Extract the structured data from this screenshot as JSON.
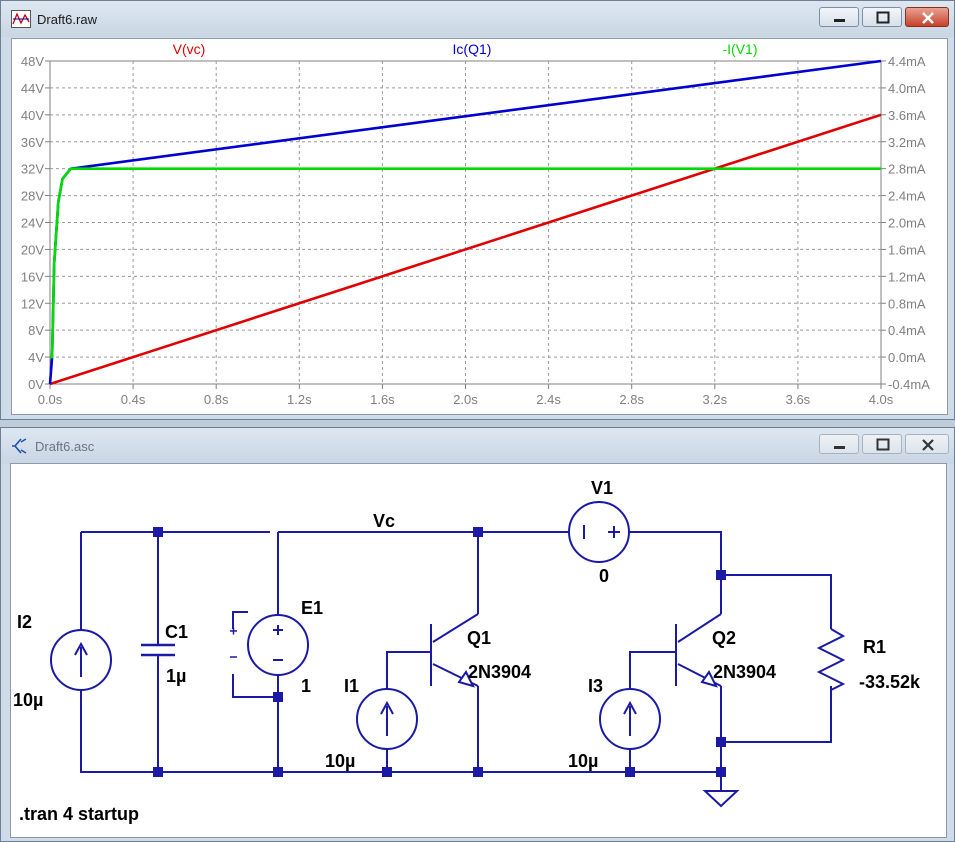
{
  "waveform_window": {
    "title": "Draft6.raw",
    "controls": [
      "minimize",
      "maximize",
      "close"
    ]
  },
  "schematic_window": {
    "title": "Draft6.asc",
    "controls": [
      "minimize",
      "maximize",
      "close"
    ]
  },
  "chart_data": {
    "type": "line",
    "x_ticks": [
      "0.0s",
      "0.4s",
      "0.8s",
      "1.2s",
      "1.6s",
      "2.0s",
      "2.4s",
      "2.8s",
      "3.2s",
      "3.6s",
      "4.0s"
    ],
    "xlim": [
      0,
      4.0
    ],
    "y_left_ticks": [
      "0V",
      "4V",
      "8V",
      "12V",
      "16V",
      "20V",
      "24V",
      "28V",
      "32V",
      "36V",
      "40V",
      "44V",
      "48V"
    ],
    "ylim_left": [
      0,
      48
    ],
    "y_right_ticks": [
      "-0.4mA",
      "0.0mA",
      "0.4mA",
      "0.8mA",
      "1.2mA",
      "1.6mA",
      "2.0mA",
      "2.4mA",
      "2.8mA",
      "3.2mA",
      "3.6mA",
      "4.0mA",
      "4.4mA"
    ],
    "ylim_right": [
      -0.4,
      4.4
    ],
    "grid": true,
    "series": [
      {
        "name": "V(vc)",
        "color": "#e00000",
        "axis": "left",
        "x": [
          0,
          4.0
        ],
        "y": [
          0,
          40
        ]
      },
      {
        "name": "Ic(Q1)",
        "color": "#0000d0",
        "axis": "right",
        "x": [
          0,
          0.01,
          0.02,
          0.04,
          0.06,
          0.1,
          4.0
        ],
        "y": [
          -0.4,
          0.0,
          1.4,
          2.3,
          2.65,
          2.8,
          4.4
        ]
      },
      {
        "name": "-I(V1)",
        "color": "#00dc00",
        "axis": "right",
        "x": [
          0,
          0.01,
          0.02,
          0.04,
          0.06,
          0.1,
          4.0
        ],
        "y": [
          0.0,
          0.0,
          1.4,
          2.3,
          2.65,
          2.8,
          2.8
        ]
      }
    ]
  },
  "schematic": {
    "net_label": "Vc",
    "directive": ".tran 4 startup",
    "components": [
      {
        "ref": "I2",
        "value": "10µ",
        "type": "current-source"
      },
      {
        "ref": "C1",
        "value": "1µ",
        "type": "capacitor"
      },
      {
        "ref": "E1",
        "value": "1",
        "type": "vcvs"
      },
      {
        "ref": "I1",
        "value": "10µ",
        "type": "current-source"
      },
      {
        "ref": "Q1",
        "value": "2N3904",
        "type": "npn"
      },
      {
        "ref": "V1",
        "value": "0",
        "type": "voltage-source"
      },
      {
        "ref": "I3",
        "value": "10µ",
        "type": "current-source"
      },
      {
        "ref": "Q2",
        "value": "2N3904",
        "type": "npn"
      },
      {
        "ref": "R1",
        "value": "-33.52k",
        "type": "resistor"
      }
    ]
  }
}
